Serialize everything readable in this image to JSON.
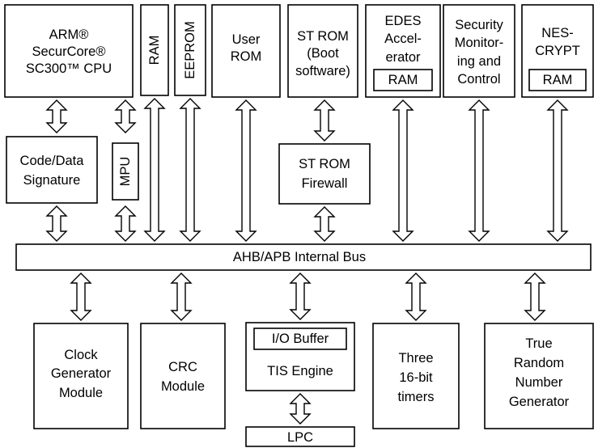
{
  "colors": {
    "stroke": "#000000",
    "fill": "#ffffff",
    "text": "#000000"
  },
  "blocks": {
    "cpu": [
      "ARM®",
      "SecurCore®",
      "SC300™ CPU"
    ],
    "ram_vertical": "RAM",
    "eeprom_vertical": "EEPROM",
    "user_rom": [
      "User",
      "ROM"
    ],
    "st_rom_boot": [
      "ST ROM",
      "(Boot",
      "software)"
    ],
    "edes": [
      "EDES",
      "Accel-",
      "erator"
    ],
    "edes_ram": "RAM",
    "security": [
      "Security",
      "Monitor-",
      "ing and",
      "Control"
    ],
    "nescrypt": [
      "NES-",
      "CRYPT"
    ],
    "nescrypt_ram": "RAM",
    "code_data_signature": [
      "Code/Data",
      "Signature"
    ],
    "mpu_vertical": "MPU",
    "st_rom_firewall": [
      "ST ROM",
      "Firewall"
    ],
    "bus": "AHB/APB Internal Bus",
    "clock": [
      "Clock",
      "Generator",
      "Module"
    ],
    "crc": [
      "CRC",
      "Module"
    ],
    "io_buffer": "I/O Buffer",
    "tis_engine": "TIS Engine",
    "timers": [
      "Three",
      "16-bit",
      "timers"
    ],
    "trng": [
      "True",
      "Random",
      "Number",
      "Generator"
    ],
    "lpc": "LPC"
  }
}
